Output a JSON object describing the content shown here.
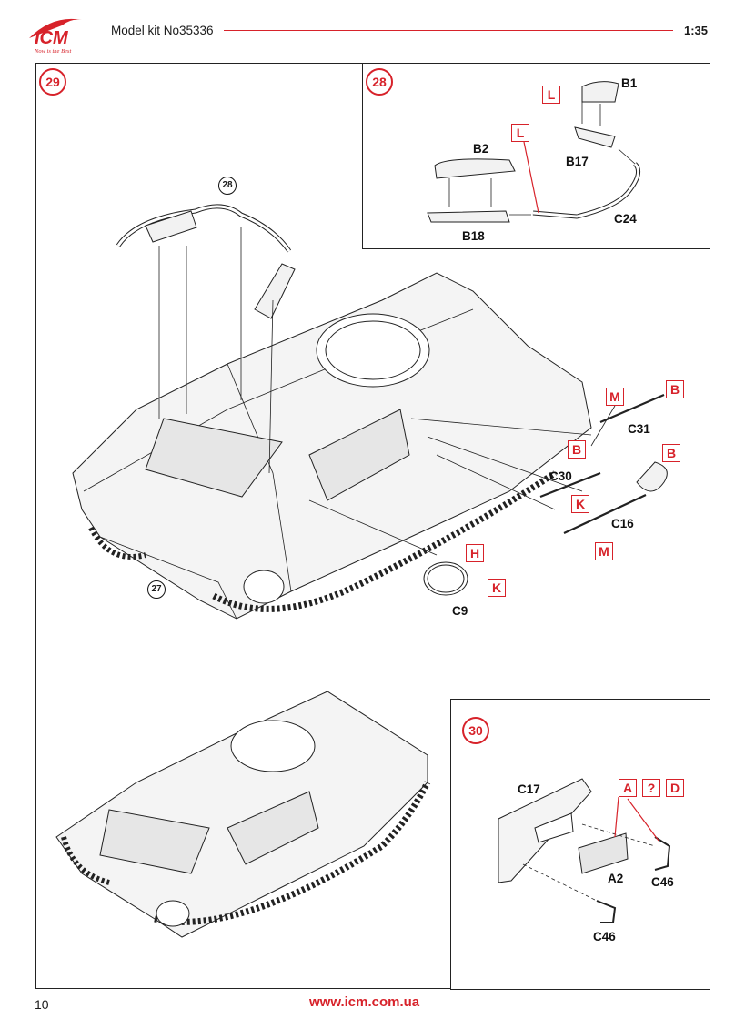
{
  "header": {
    "logo_text": "ICM",
    "logo_tagline": "Now is the Best",
    "model_kit": "Model kit No35336",
    "scale": "1:35"
  },
  "steps": {
    "main": "29",
    "inset_top": "28",
    "inset_bottom": "30"
  },
  "references": {
    "exhaust_ref": "28",
    "hull_ref": "27"
  },
  "step28_parts": {
    "b1": "B1",
    "b17": "B17",
    "b2": "B2",
    "b18": "B18",
    "c24": "C24"
  },
  "step28_tags": {
    "l1": "L",
    "l2": "L"
  },
  "step29_parts": {
    "c31": "C31",
    "c30": "C30",
    "c16": "C16",
    "c9": "C9"
  },
  "step29_tags": {
    "m_top": "M",
    "b_top": "B",
    "b_mid": "B",
    "b_right": "B",
    "k_mid": "K",
    "m_bottom": "M",
    "h": "H",
    "k_ring": "K"
  },
  "step30_parts": {
    "c17": "C17",
    "a2": "A2",
    "c46_right": "C46",
    "c46_bottom": "C46"
  },
  "step30_tags": {
    "a": "A",
    "q": "?",
    "d": "D"
  },
  "footer": {
    "page_number": "10",
    "website": "www.icm.com.ua"
  },
  "colors": {
    "brand_red": "#d7222a",
    "line": "#222222",
    "part_fill": "#f2f2f2"
  }
}
